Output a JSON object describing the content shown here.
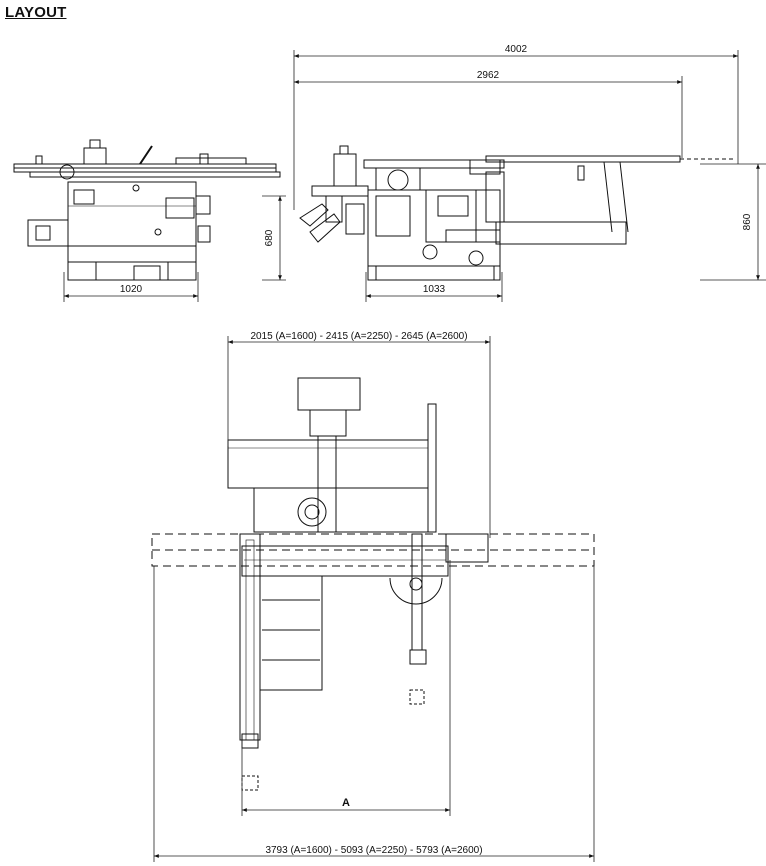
{
  "header": {
    "title": "LAYOUT"
  },
  "dimensions": {
    "front_width": "1020",
    "front_height": "680",
    "side_total_length": "4002",
    "side_table_length": "2962",
    "side_base_width": "1033",
    "side_height": "860",
    "top_width_options": "2015 (A=1600) - 2415 (A=2250) - 2645 (A=2600)",
    "stroke_label": "A",
    "total_length_options": "3793 (A=1600) - 5093 (A=2250) - 5793 (A=2600)"
  },
  "colors": {
    "line": "#111111",
    "dimension_line": "#222222",
    "background": "#ffffff"
  }
}
